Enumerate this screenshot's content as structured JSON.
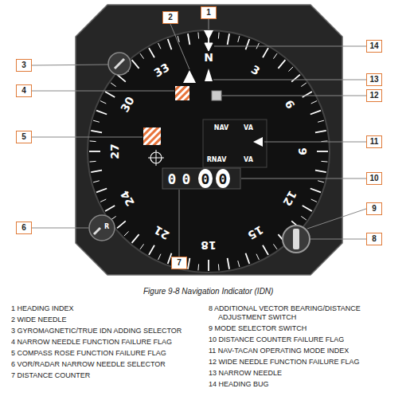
{
  "diagram": {
    "caption": "Figure 9-8 Navigation Indicator (IDN)",
    "nodes": [
      {
        "text": [
          "1"
        ]
      },
      {
        "text": [
          "2"
        ]
      },
      {
        "text": [
          "3"
        ]
      },
      {
        "text": [
          "4"
        ]
      },
      {
        "text": [
          "5"
        ]
      },
      {
        "text": [
          "6"
        ]
      },
      {
        "text": [
          "7"
        ]
      },
      {
        "text": [
          "8"
        ]
      },
      {
        "text": [
          "9"
        ]
      },
      {
        "text": [
          "10"
        ]
      },
      {
        "text": [
          "11"
        ]
      },
      {
        "text": [
          "12"
        ]
      },
      {
        "text": [
          "13"
        ]
      },
      {
        "text": [
          "14"
        ]
      }
    ],
    "labels": [
      "N",
      "3",
      "6",
      "9",
      "12",
      "15",
      "18",
      "21",
      "24",
      "27",
      "30",
      "33",
      "R",
      "NAV",
      "VA",
      "RNAV",
      "VA",
      "0",
      "0",
      "0",
      "0",
      "1 HEADING INDEX",
      "2 WIDE NEEDLE",
      "3 GYROMAGNETIC/TRUE IDN ADDING SELECTOR",
      "4 NARROW NEEDLE FUNCTION FAILURE FLAG",
      "5 COMPASS ROSE FUNCTION FAILURE FLAG",
      "6 VOR/RADAR NARROW NEEDLE SELECTOR",
      "7 DISTANCE COUNTER",
      "8 ADDITIONAL VECTOR BEARING/DISTANCE ADJUSTMENT SWITCH",
      "9 MODE SELECTOR SWITCH",
      "10 DISTANCE COUNTER FAILURE FLAG",
      "11 NAV-TACAN OPERATING MODE INDEX",
      "12 WIDE NEEDLE FUNCTION FAILURE FLAG",
      "13 NARROW NEEDLE",
      "14 HEADING BUG"
    ]
  }
}
